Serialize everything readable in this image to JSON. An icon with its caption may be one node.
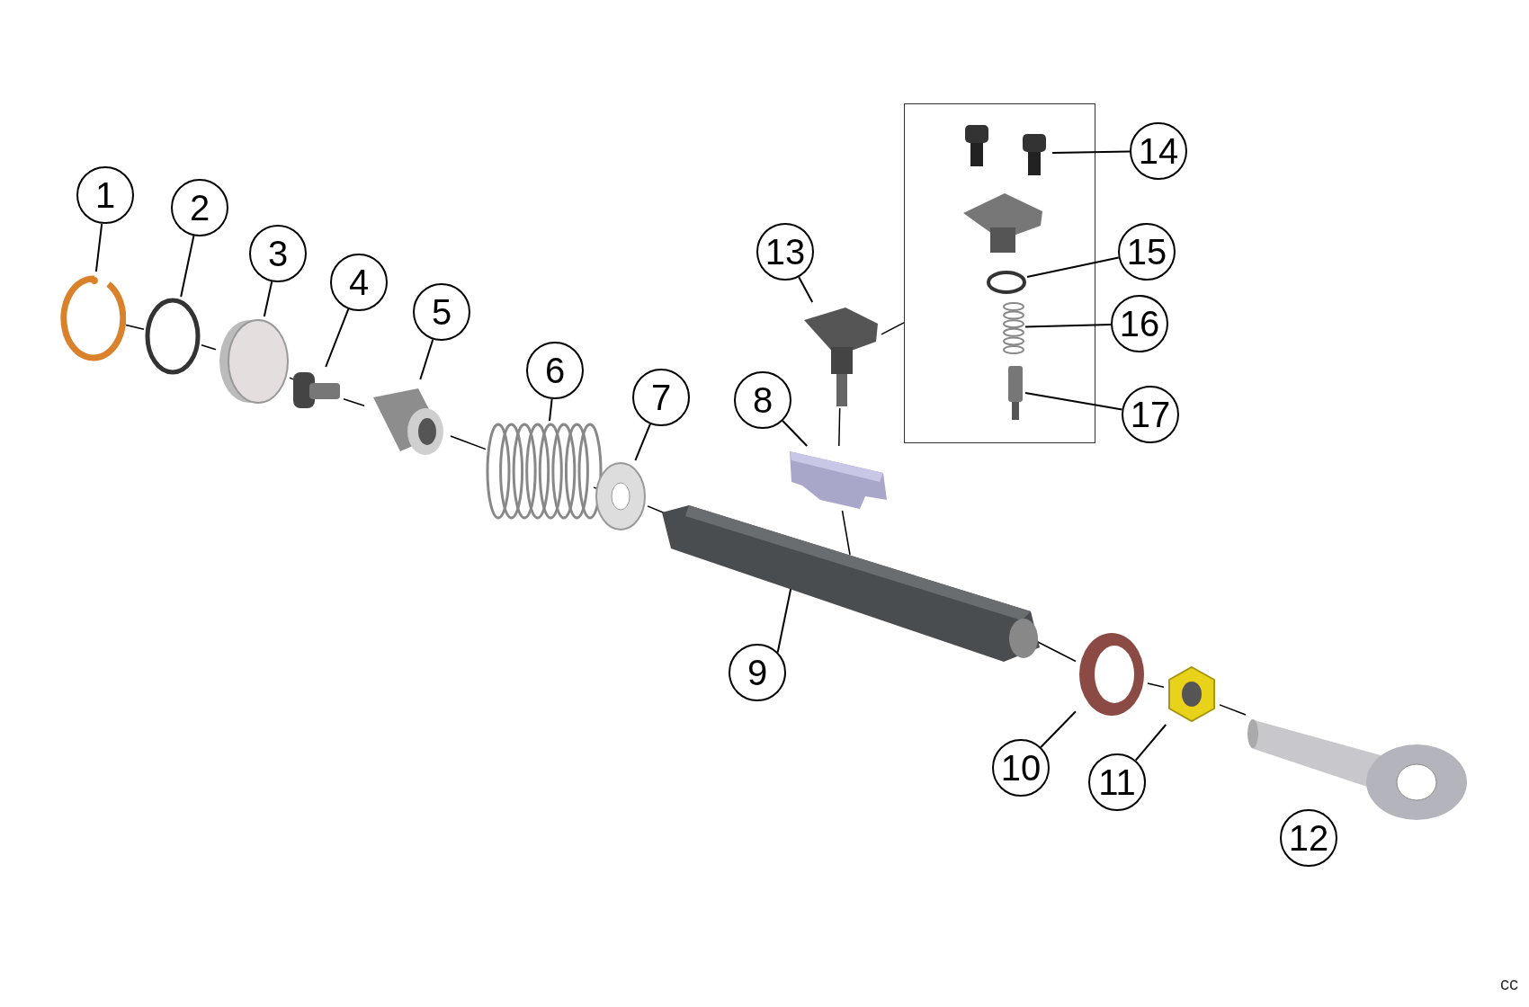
{
  "diagram": {
    "nodes": [
      {
        "text": [
          "1"
        ]
      },
      {
        "text": [
          "2"
        ]
      },
      {
        "text": [
          "3"
        ]
      },
      {
        "text": [
          "4"
        ]
      },
      {
        "text": [
          "5"
        ]
      },
      {
        "text": [
          "6"
        ]
      },
      {
        "text": [
          "7"
        ]
      },
      {
        "text": [
          "8"
        ]
      },
      {
        "text": [
          "9"
        ]
      },
      {
        "text": [
          "10"
        ]
      },
      {
        "text": [
          "11"
        ]
      },
      {
        "text": [
          "12"
        ]
      },
      {
        "text": [
          "13"
        ]
      },
      {
        "text": [
          "14"
        ]
      },
      {
        "text": [
          "15"
        ]
      },
      {
        "text": [
          "16"
        ]
      },
      {
        "text": [
          "17"
        ]
      },
      {
        "text": [],
        "shape": "circle"
      },
      {
        "text": [],
        "shape": "circle"
      },
      {
        "text": [],
        "shape": "circle"
      },
      {
        "text": [],
        "shape": "picture"
      },
      {
        "text": [],
        "shape": "picture"
      },
      {
        "text": [],
        "shape": "picture"
      },
      {
        "text": [],
        "shape": "picture"
      },
      {
        "text": [],
        "shape": "picture"
      },
      {
        "text": [],
        "shape": "picture"
      },
      {
        "text": [],
        "shape": "picture"
      },
      {
        "text": [],
        "shape": "picture"
      },
      {
        "text": [],
        "shape": "picture"
      },
      {
        "text": [],
        "shape": "picture"
      },
      {
        "text": [],
        "shape": "box"
      },
      {
        "text": [],
        "shape": "picture",
        "in": 30
      },
      {
        "text": [],
        "shape": "picture",
        "in": 30
      },
      {
        "text": [],
        "shape": "circle",
        "in": 30
      },
      {
        "text": [],
        "shape": "picture",
        "in": 30
      },
      {
        "text": [],
        "shape": "box",
        "in": 30
      }
    ],
    "edges": [
      {
        "from": 0,
        "to": 17,
        "arrow": "none"
      },
      {
        "from": 1,
        "to": 18,
        "arrow": "none"
      },
      {
        "from": 2,
        "to": 19,
        "arrow": "none"
      },
      {
        "from": 3,
        "to": 20,
        "arrow": "none"
      },
      {
        "from": 4,
        "to": 21,
        "arrow": "none"
      },
      {
        "from": 5,
        "to": 22,
        "arrow": "none"
      },
      {
        "from": 6,
        "to": 23,
        "arrow": "none"
      },
      {
        "from": 7,
        "to": 24,
        "arrow": "none"
      },
      {
        "from": 8,
        "to": 25,
        "arrow": "none"
      },
      {
        "from": 9,
        "to": 26,
        "arrow": "none"
      },
      {
        "from": 10,
        "to": 27,
        "arrow": "none"
      },
      {
        "from": 11,
        "to": 28,
        "arrow": "none"
      },
      {
        "from": 12,
        "to": 29,
        "arrow": "none"
      },
      {
        "from": 13,
        "to": 31,
        "arrow": "none"
      },
      {
        "from": 14,
        "to": 33,
        "arrow": "none"
      },
      {
        "from": 15,
        "to": 34,
        "arrow": "none"
      },
      {
        "from": 16,
        "to": 35,
        "arrow": "none"
      },
      {
        "from": 30,
        "to": 29,
        "arrow": "none"
      },
      {
        "from": 17,
        "to": 18,
        "arrow": "none"
      },
      {
        "from": 18,
        "to": 19,
        "arrow": "none"
      },
      {
        "from": 19,
        "to": 20,
        "arrow": "none"
      },
      {
        "from": 20,
        "to": 21,
        "arrow": "none"
      },
      {
        "from": 21,
        "to": 22,
        "arrow": "none"
      },
      {
        "from": 22,
        "to": 23,
        "arrow": "none"
      },
      {
        "from": 23,
        "to": 25,
        "arrow": "none"
      },
      {
        "from": 25,
        "to": 26,
        "arrow": "none"
      },
      {
        "from": 26,
        "to": 27,
        "arrow": "none"
      },
      {
        "from": 27,
        "to": 28,
        "arrow": "none"
      },
      {
        "from": 29,
        "to": 24,
        "arrow": "none"
      },
      {
        "from": 24,
        "to": 25,
        "arrow": "none"
      }
    ],
    "labels": [
      "cc"
    ]
  }
}
